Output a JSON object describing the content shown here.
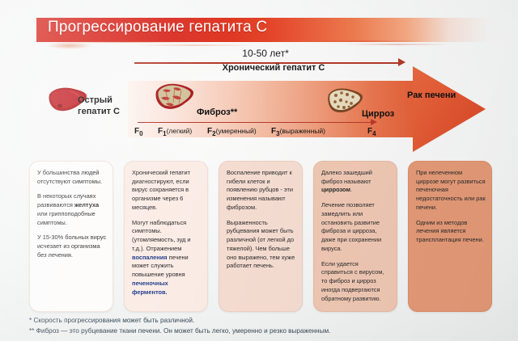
{
  "title": "Прогрессирование гепатита С",
  "timeline": {
    "years_label": "10-50 лет*",
    "chronic_label": "Хронический гепатит С",
    "acute_label_line1": "Острый",
    "acute_label_line2": "гепатит С",
    "fibrosis_label": "Фиброз**",
    "cirrhosis_label": "Цирроз",
    "cancer_label": "Рак печени",
    "stages": [
      {
        "code": "F",
        "index": "0",
        "qualifier": ""
      },
      {
        "code": "F",
        "index": "1",
        "qualifier": "(легкий)"
      },
      {
        "code": "F",
        "index": "2",
        "qualifier": "(умеренный)"
      },
      {
        "code": "F",
        "index": "3",
        "qualifier": "(выраженный)"
      },
      {
        "code": "F",
        "index": "4",
        "qualifier": ""
      }
    ]
  },
  "boxes": [
    {
      "id": "acute",
      "paragraphs": [
        " У большинства людей отсутствуют симптомы.",
        "В некоторых случаях развиваются <b>желтуха</b> или гриппоподобные симптомы.",
        "У 15-30% больных вирус исчезает из организма без лечения."
      ]
    },
    {
      "id": "chronic",
      "paragraphs": [
        " Хронический гепатит диагностируют, если вирус сохраняется в организме через 6 месяцев.",
        "Могут наблюдаться симптомы. (утомляемость, зуд и т.д.). Отражением <span class=\"hl-blue\">воспаления</span> печени может служить повышение уровня <span class=\"hl-blue\">печеночных ферментов.</span>"
      ]
    },
    {
      "id": "fibrosis",
      "paragraphs": [
        " Воспаление приводит к гибели клеток и появлению рубцов - эти изменения называют фиброзом.",
        "Выраженность рубцевания может быть различной (от легкой до тяжелой). Чем больше оно выражено, тем хуже работает печень."
      ]
    },
    {
      "id": "cirrhosis",
      "paragraphs": [
        " Далеко зашедший фиброз называют <b>циррозом</b>.",
        "Лечение позволяет замедлить или остановить развитие фиброза и цирроза, даже при сохранении вируса.",
        "Если удается справиться с вирусом, то фиброз и цирроз иногда подвергаются  обратному развитию."
      ]
    },
    {
      "id": "liver-cancer",
      "paragraphs": [
        " При нелеченном циррозе могут развиться печеночная недостаточность или рак печени.",
        "Одним из методов лечения является трансплантация печени."
      ]
    }
  ],
  "footnotes": [
    "* Скорость прогрессирования может быть различной.",
    "** Фиброз — это рубцевание ткани печени. Он может быть легко, умеренно и резко выраженным."
  ],
  "colors": {
    "title_red": "#d51f17",
    "arrow_end": "#e35d35",
    "accent_blue": "#24418f"
  }
}
